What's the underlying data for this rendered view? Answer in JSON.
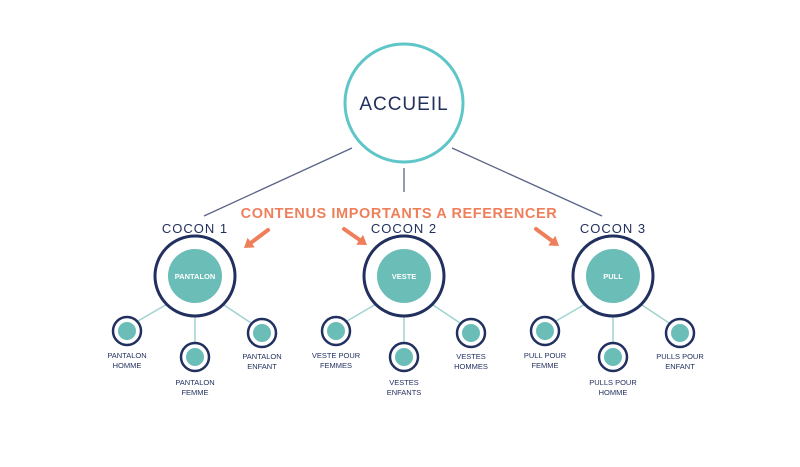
{
  "root": {
    "label": "ACCUEIL"
  },
  "banner": {
    "text": "CONTENUS IMPORTANTS A REFERENCER"
  },
  "cocons": [
    {
      "title": "COCON 1",
      "hub": "PANTALON",
      "children": [
        {
          "lines": [
            "PANTALON",
            "HOMME"
          ]
        },
        {
          "lines": [
            "PANTALON",
            "FEMME"
          ]
        },
        {
          "lines": [
            "PANTALON",
            "ENFANT"
          ]
        }
      ]
    },
    {
      "title": "COCON 2",
      "hub": "VESTE",
      "children": [
        {
          "lines": [
            "VESTE POUR",
            "FEMMES"
          ]
        },
        {
          "lines": [
            "VESTES",
            "ENFANTS"
          ]
        },
        {
          "lines": [
            "VESTES",
            "HOMMES"
          ]
        }
      ]
    },
    {
      "title": "COCON 3",
      "hub": "PULL",
      "children": [
        {
          "lines": [
            "PULL POUR",
            "FEMME"
          ]
        },
        {
          "lines": [
            "PULLS POUR",
            "HOMME"
          ]
        },
        {
          "lines": [
            "PULLS POUR",
            "ENFANT"
          ]
        }
      ]
    }
  ],
  "colors": {
    "navy": "#22305f",
    "teal": "#6bbdb8",
    "teal_ring": "#5ec6c8",
    "accent": "#ef7f5a",
    "line": "#5a6488",
    "branch": "#9fd3cf"
  }
}
